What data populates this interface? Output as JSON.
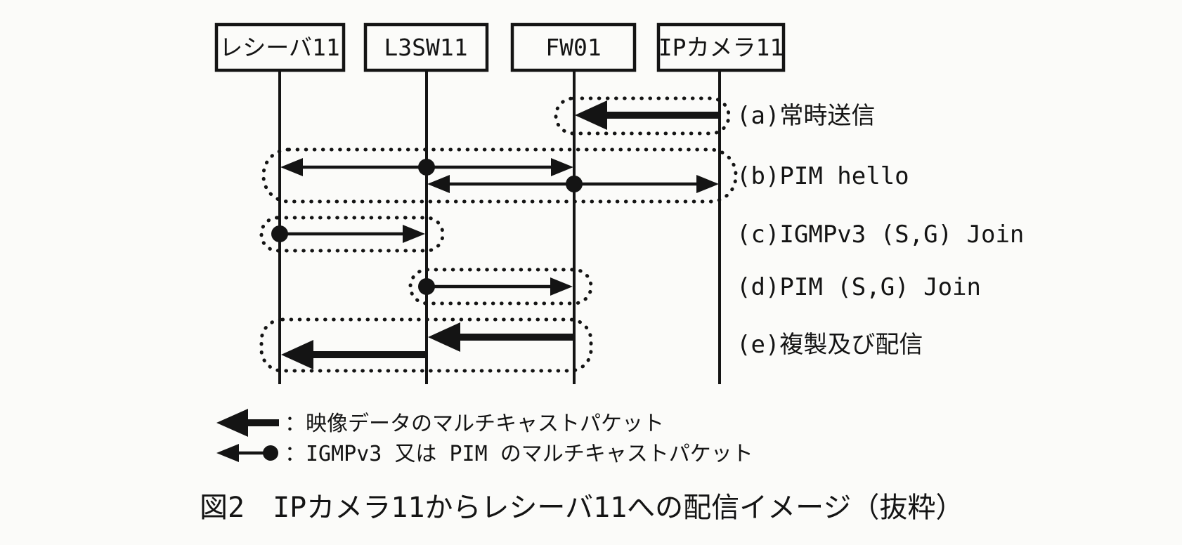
{
  "figure": {
    "actors": [
      {
        "id": "receiver11",
        "label": "レシーバ11"
      },
      {
        "id": "l3sw11",
        "label": "L3SW11"
      },
      {
        "id": "fw01",
        "label": "FW01"
      },
      {
        "id": "ipcamera11",
        "label": "IPカメラ11"
      }
    ],
    "steps": [
      {
        "id": "a",
        "label": "(a)常時送信",
        "arrow_type": "video-multicast",
        "arrows": [
          {
            "from": "IPカメラ11",
            "to": "FW01"
          }
        ]
      },
      {
        "id": "b",
        "label": "(b)PIM hello",
        "arrow_type": "igmp-pim",
        "arrows": [
          {
            "origin": "L3SW11",
            "between": [
              "レシーバ11",
              "FW01"
            ]
          },
          {
            "origin": "FW01",
            "between": [
              "L3SW11",
              "IPカメラ11"
            ]
          }
        ]
      },
      {
        "id": "c",
        "label": "(c)IGMPv3 (S,G) Join",
        "arrow_type": "igmp-pim",
        "arrows": [
          {
            "origin": "レシーバ11",
            "to": "L3SW11"
          }
        ]
      },
      {
        "id": "d",
        "label": "(d)PIM (S,G) Join",
        "arrow_type": "igmp-pim",
        "arrows": [
          {
            "origin": "L3SW11",
            "to": "FW01"
          }
        ]
      },
      {
        "id": "e",
        "label": "(e)複製及び配信",
        "arrow_type": "video-multicast",
        "arrows": [
          {
            "from": "FW01",
            "to": "L3SW11"
          },
          {
            "from": "L3SW11",
            "to": "レシーバ11"
          }
        ]
      }
    ],
    "legend": [
      {
        "symbol": "thick-arrow",
        "label": "：映像データのマルチキャストパケット"
      },
      {
        "symbol": "thin-arrow-with-dot",
        "label": "：IGMPv3 又は PIM のマルチキャストパケット"
      }
    ],
    "caption": "図2　IPカメラ11からレシーバ11への配信イメージ（抜粋）"
  },
  "colors": {
    "ink": "#141414",
    "background": "#fbfbf9"
  }
}
